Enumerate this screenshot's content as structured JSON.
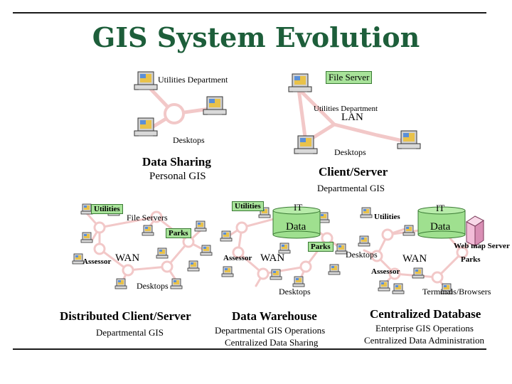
{
  "title": "GIS System Evolution",
  "personal": {
    "utilities": "Utilities Department",
    "desktops": "Desktops",
    "heading": "Data Sharing",
    "sub": "Personal GIS"
  },
  "client_server": {
    "file_server": "File Server",
    "utilities": "Utilities Department",
    "lan": "LAN",
    "desktops": "Desktops",
    "heading": "Client/Server",
    "sub": "Departmental GIS"
  },
  "distributed": {
    "utilities": "Utilities",
    "file_servers": "File Servers",
    "parks": "Parks",
    "assessor": "Assessor",
    "wan": "WAN",
    "desktops": "Desktops",
    "heading": "Distributed Client/Server",
    "sub": "Departmental GIS"
  },
  "warehouse": {
    "utilities": "Utilities",
    "it": "IT",
    "data": "Data",
    "parks": "Parks",
    "assessor": "Assessor",
    "wan": "WAN",
    "desktops": "Desktops",
    "heading": "Data Warehouse",
    "sub1": "Departmental GIS Operations",
    "sub2": "Centralized Data Sharing"
  },
  "centralized": {
    "it": "IT",
    "utilities": "Utilities",
    "data": "Data",
    "desktops": "Desktops",
    "wan": "WAN",
    "web_map": "Web map Server",
    "parks": "Parks",
    "assessor": "Assessor",
    "terminals": "Terminals/Browsers",
    "heading": "Centralized Database",
    "sub1": "Enterprise GIS Operations",
    "sub2": "Centralized Data Administration"
  }
}
